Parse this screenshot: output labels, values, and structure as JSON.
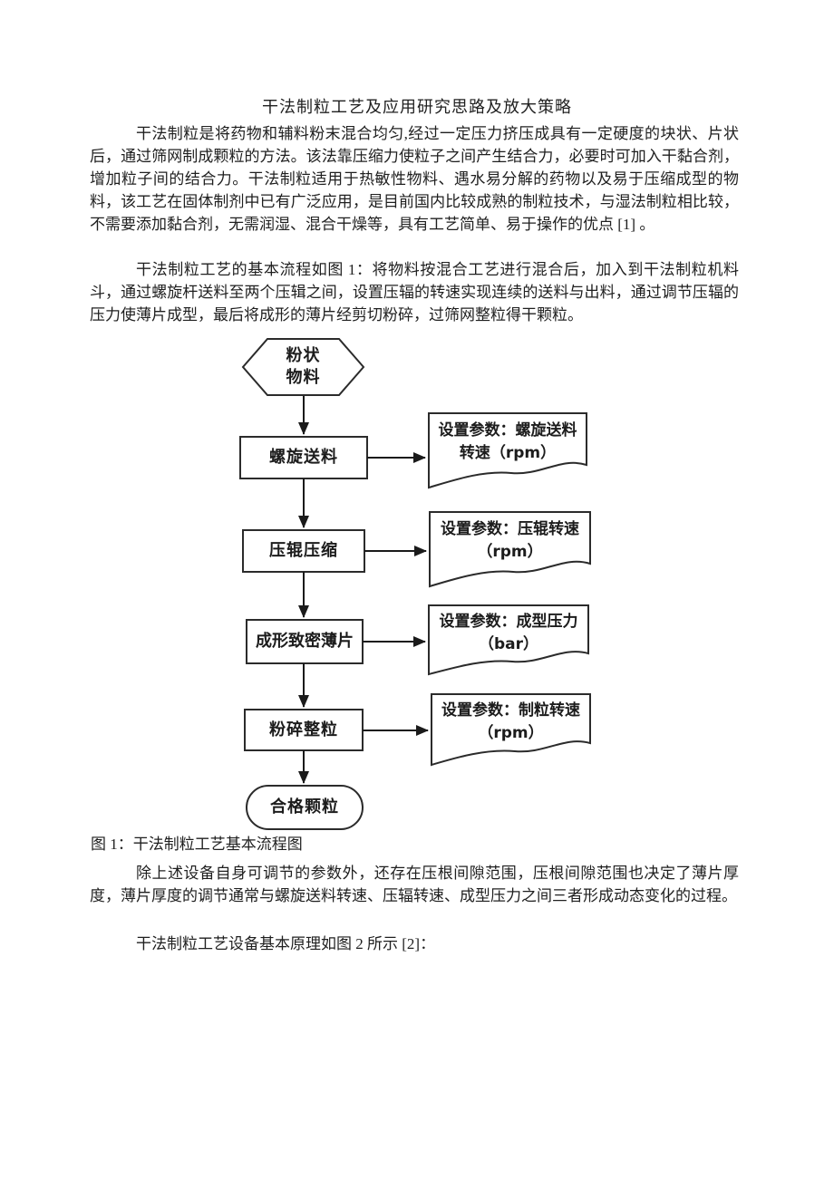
{
  "page": {
    "title": "干法制粒工艺及应用研究思路及放大策略",
    "paragraph1": "干法制粒是将药物和辅料粉末混合均匀,经过一定压力挤压成具有一定硬度的块状、片状后，通过筛网制成颗粒的方法。该法靠压缩力使粒子之间产生结合力，必要时可加入干黏合剂，增加粒子间的结合力。干法制粒适用于热敏性物料、遇水易分解的药物以及易于压缩成型的物料，该工艺在固体制剂中已有广泛应用，是目前国内比较成熟的制粒技术，与湿法制粒相比较，不需要添加黏合剂，无需润湿、混合干燥等，具有工艺简单、易于操作的优点 [1] 。",
    "paragraph2": "干法制粒工艺的基本流程如图 1：将物料按混合工艺进行混合后，加入到干法制粒机料斗，通过螺旋杆送料至两个压辑之间，设置压辐的转速实现连续的送料与出料，通过调节压辐的压力使薄片成型，最后将成形的薄片经剪切粉碎，过筛网整粒得干颗粒。",
    "figure1_caption": "图 1：干法制粒工艺基本流程图",
    "paragraph3": "除上述设备自身可调节的参数外，还存在压根间隙范围，压根间隙范围也决定了薄片厚度，薄片厚度的调节通常与螺旋送料转速、压辐转速、成型压力之间三者形成动态变化的过程。",
    "paragraph4": "干法制粒工艺设备基本原理如图 2 所示 [2]："
  },
  "flowchart": {
    "colors": {
      "line": "#2b2b2b",
      "fill": "#ffffff",
      "text": "#1c1c1c"
    },
    "nodes": {
      "start": {
        "shape": "hexagon",
        "line1": "粉状",
        "line2": "物料"
      },
      "step1": {
        "shape": "process",
        "label": "螺旋送料"
      },
      "step2": {
        "shape": "process",
        "label": "压辊压缩"
      },
      "step3": {
        "shape": "process",
        "label": "成形致密薄片"
      },
      "step4": {
        "shape": "process",
        "label": "粉碎整粒"
      },
      "end": {
        "shape": "terminator",
        "label": "合格颗粒"
      }
    },
    "params": {
      "param1": {
        "shape": "document",
        "line1": "设置参数：螺旋送料",
        "line2": "转速（rpm）"
      },
      "param2": {
        "shape": "document",
        "line1": "设置参数：压辊转速",
        "line2": "（rpm）"
      },
      "param3": {
        "shape": "document",
        "line1": "设置参数：成型压力",
        "line2": "（bar）"
      },
      "param4": {
        "shape": "document",
        "line1": "设置参数：制粒转速",
        "line2": "（rpm）"
      }
    }
  }
}
